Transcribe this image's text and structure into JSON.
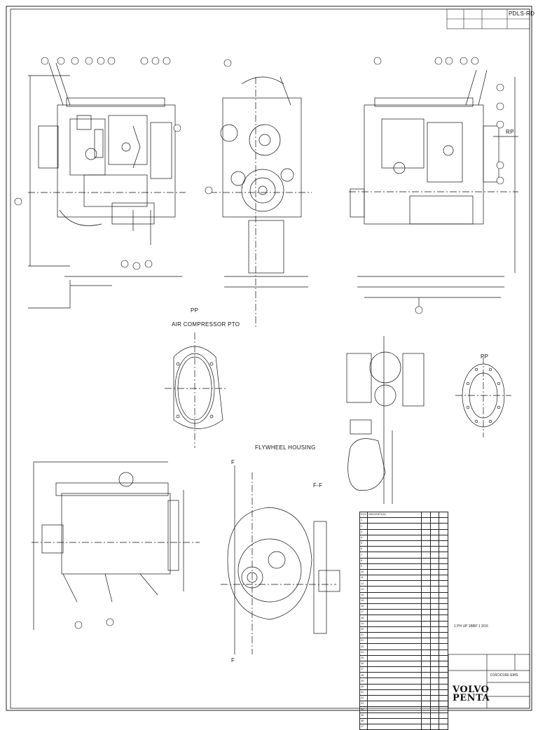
{
  "sheet": {
    "title_block": {
      "top_right_code": "PDLS-RD",
      "company": "VOLVO PENTA"
    },
    "views": {
      "section_label_1": "PP",
      "air_compressor_label": "AIR COMPRESSOR PTO",
      "flywheel_label": "FLYWHEEL HOUSING",
      "section_label_2": "PP",
      "section_ff": "F-F",
      "section_f_top": "F",
      "section_f_bottom": "F",
      "rp_label": "RP"
    },
    "engine_model": "D16C/D16E-EMS",
    "notes_line": "1 PH UP 1BBP 1 3/16",
    "parts_table": {
      "header": [
        "POS",
        "DESCRIPTION",
        "",
        "",
        ""
      ],
      "rows": [
        [
          "1",
          "",
          "",
          "",
          ""
        ],
        [
          "2",
          "",
          "",
          "",
          ""
        ],
        [
          "3",
          "",
          "",
          "",
          ""
        ],
        [
          "4",
          "",
          "",
          "",
          ""
        ],
        [
          "5",
          "",
          "",
          "",
          ""
        ],
        [
          "6",
          "",
          "",
          "",
          ""
        ],
        [
          "7",
          "",
          "",
          "",
          ""
        ],
        [
          "8",
          "",
          "",
          "",
          ""
        ],
        [
          "9",
          "",
          "",
          "",
          ""
        ],
        [
          "10",
          "",
          "",
          "",
          ""
        ],
        [
          "11",
          "",
          "",
          "",
          ""
        ],
        [
          "12",
          "",
          "",
          "",
          ""
        ],
        [
          "13",
          "",
          "",
          "",
          ""
        ],
        [
          "14",
          "",
          "",
          "",
          ""
        ],
        [
          "15",
          "",
          "",
          "",
          ""
        ],
        [
          "16",
          "",
          "",
          "",
          ""
        ],
        [
          "17",
          "",
          "",
          "",
          ""
        ],
        [
          "18",
          "",
          "",
          "",
          ""
        ],
        [
          "19",
          "",
          "",
          "",
          ""
        ],
        [
          "20",
          "",
          "",
          "",
          ""
        ],
        [
          "21",
          "",
          "",
          "",
          ""
        ],
        [
          "22",
          "",
          "",
          "",
          ""
        ],
        [
          "23",
          "",
          "",
          "",
          ""
        ],
        [
          "24",
          "",
          "",
          "",
          ""
        ],
        [
          "25",
          "",
          "",
          "",
          ""
        ],
        [
          "26",
          "",
          "",
          "",
          ""
        ],
        [
          "27",
          "",
          "",
          "",
          ""
        ],
        [
          "28",
          "",
          "",
          "",
          ""
        ],
        [
          "29",
          "",
          "",
          "",
          ""
        ],
        [
          "30",
          "",
          "",
          "",
          ""
        ],
        [
          "31",
          "",
          "",
          "",
          ""
        ],
        [
          "32",
          "",
          "",
          "",
          ""
        ],
        [
          "33",
          "",
          "",
          "",
          ""
        ],
        [
          "34",
          "",
          "",
          "",
          ""
        ],
        [
          "35",
          "",
          "",
          "",
          ""
        ],
        [
          "36",
          "",
          "",
          "",
          ""
        ],
        [
          "37",
          "",
          "",
          "",
          ""
        ]
      ]
    }
  }
}
